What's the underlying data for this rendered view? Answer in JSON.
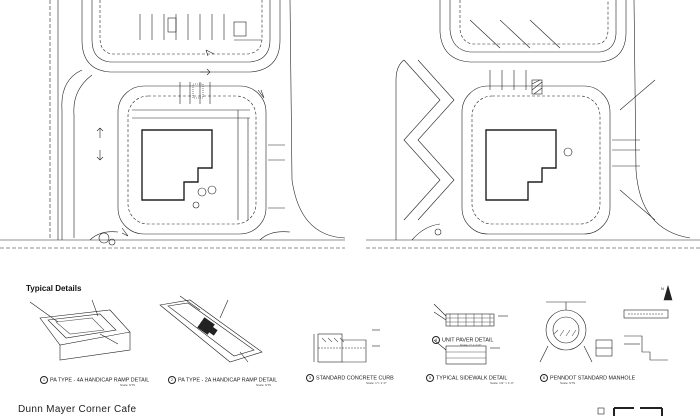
{
  "section_title": "Typical Details",
  "project_title": "Dunn Mayer Corner Cafe",
  "details": [
    {
      "num": "1",
      "title": "PA TYPE - 4A HANDICAP RAMP DETAIL",
      "scale": "Scale: NTS"
    },
    {
      "num": "2",
      "title": "PA TYPE - 2A HANDICAP RAMP DETAIL",
      "scale": "Scale: NTS"
    },
    {
      "num": "3",
      "title": "STANDARD CONCRETE CURB",
      "scale": "Scale: 1\"= 1'-0\""
    },
    {
      "num": "4",
      "title": "UNIT PAVER DETAIL",
      "scale": "Scale: 1\" = 1'-0\""
    },
    {
      "num": "5",
      "title": "TYPICAL SIDEWALK DETAIL",
      "scale": "Scale: 1/2\" = 1'-0\""
    },
    {
      "num": "6",
      "title": "PENNDOT STANDARD MANHOLE",
      "scale": "Scale: NTS"
    }
  ],
  "north_label": "N",
  "colors": {
    "line": "#222222",
    "hatch": "#555555",
    "background": "#ffffff"
  }
}
